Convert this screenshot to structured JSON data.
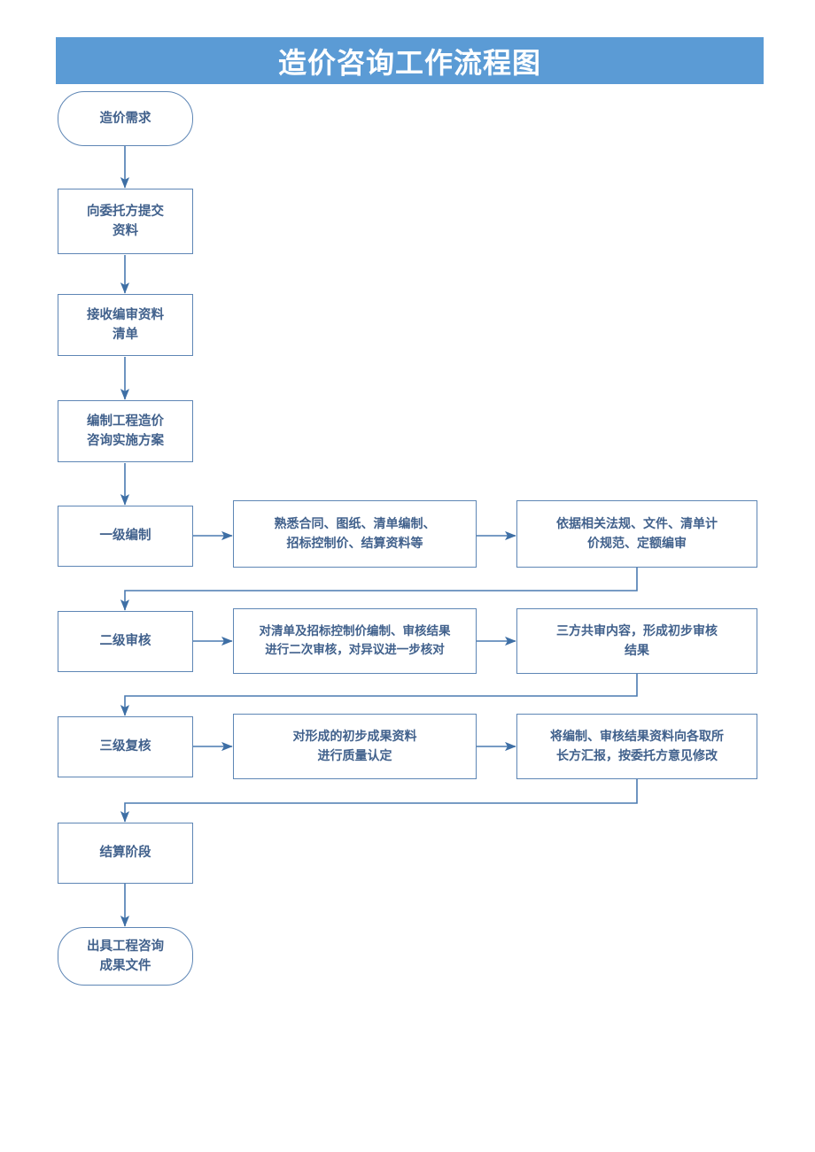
{
  "title": "造价咨询工作流程图",
  "theme": {
    "header_bg": "#5B9BD5",
    "header_text": "#FFFFFF",
    "node_border": "#5E86B5",
    "node_fill": "#FFFFFF",
    "node_text": "#41618C",
    "connector": "#4A7AB0",
    "page_bg": "#FFFFFF"
  },
  "nodes": {
    "start": "造价需求",
    "submit_materials": "向委托方提交\n资料",
    "receive_list": "接收编审资料\n清单",
    "make_plan": "编制工程造价\n咨询实施方案",
    "stage1": "一级编制",
    "stage1_detail1": "熟悉合同、图纸、清单编制、\n招标控制价、结算资料等",
    "stage1_detail2": "依据相关法规、文件、清单计\n价规范、定额编审",
    "stage2": "二级审核",
    "stage2_detail1": "对清单及招标控制价编制、审核结果\n进行二次审核，对异议进一步核对",
    "stage2_detail2": "三方共审内容，形成初步审核\n结果",
    "stage3": "三级复核",
    "stage3_detail1": "对形成的初步成果资料\n进行质量认定",
    "stage3_detail2": "将编制、审核结果资料向各取所\n长方汇报，按委托方意见修改",
    "settlement": "结算阶段",
    "end": "出具工程咨询\n成果文件"
  }
}
